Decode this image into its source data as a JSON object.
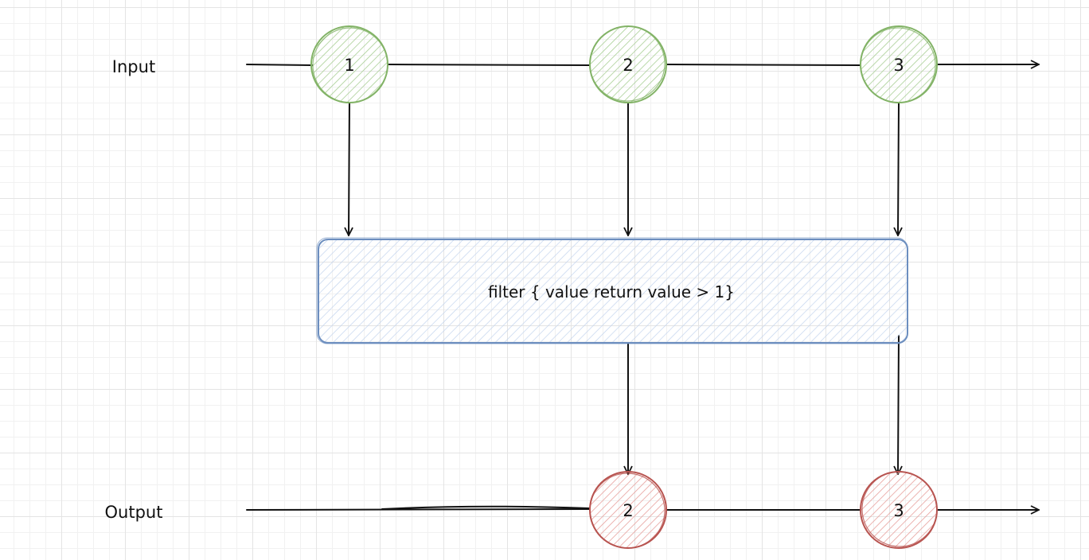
{
  "labels": {
    "input": "Input",
    "output": "Output"
  },
  "input_nodes": [
    {
      "value": "1"
    },
    {
      "value": "2"
    },
    {
      "value": "3"
    }
  ],
  "filter": {
    "text": "filter { value return value > 1}"
  },
  "output_nodes": [
    {
      "value": "2"
    },
    {
      "value": "3"
    }
  ],
  "colors": {
    "input_stroke": "#82b366",
    "input_fill": "#d5e8d4",
    "output_stroke": "#b85450",
    "output_fill": "#f8cecc",
    "filter_stroke": "#6c8ebf",
    "filter_fill": "#dae8fc",
    "line": "#111111"
  }
}
